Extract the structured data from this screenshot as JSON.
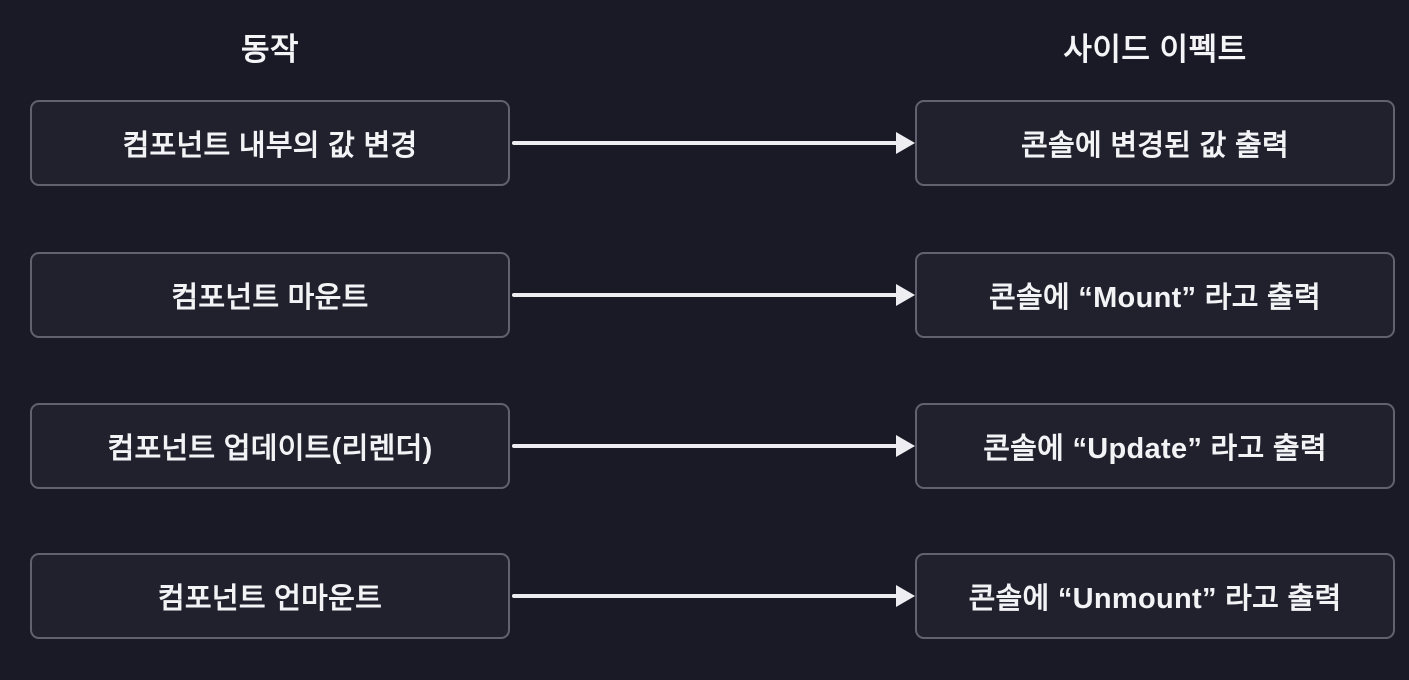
{
  "headers": {
    "left": "동작",
    "right": "사이드 이펙트"
  },
  "rows": [
    {
      "action": "컴포넌트 내부의 값 변경",
      "effect": "콘솔에 변경된 값 출력"
    },
    {
      "action": "컴포넌트 마운트",
      "effect": "콘솔에 “Mount” 라고 출력"
    },
    {
      "action": "컴포넌트 업데이트(리렌더)",
      "effect": "콘솔에 “Update” 라고 출력"
    },
    {
      "action": "컴포넌트 언마운트",
      "effect": "콘솔에 “Unmount” 라고 출력"
    }
  ],
  "colors": {
    "background": "#1a1a26",
    "box_fill": "#21212e",
    "box_border": "#616170",
    "text": "#f3f3f6",
    "arrow": "#eeeef2"
  }
}
